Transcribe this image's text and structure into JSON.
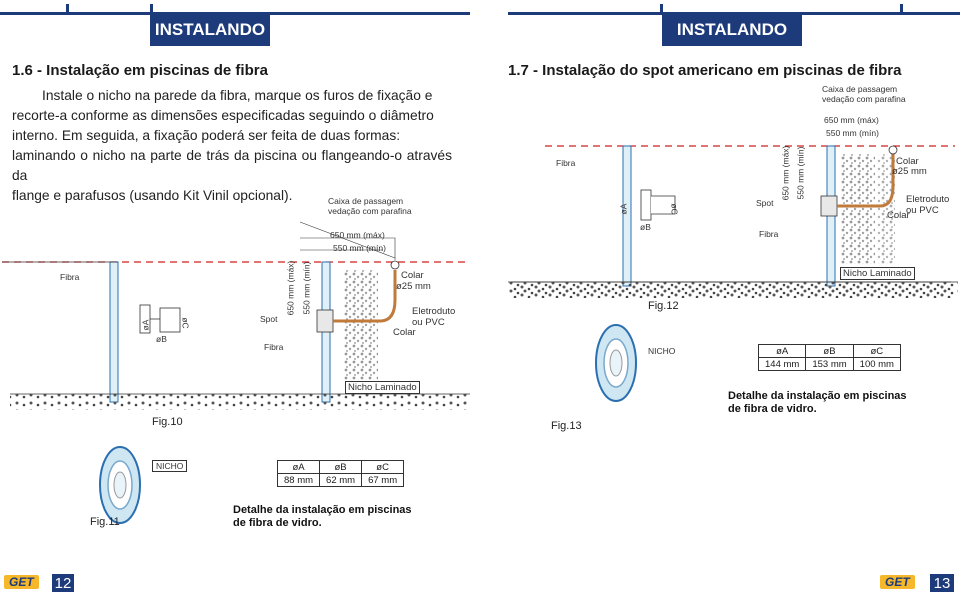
{
  "left_page": {
    "header": "INSTALANDO",
    "section_title": "1.6 - Instalação em piscinas de fibra",
    "paragraph": {
      "line1": "Instale o nicho na parede da fibra, marque os furos de fixação e",
      "line2": "recorte-a conforme as dimensões especificadas seguindo o diâmetro",
      "line3": "interno. Em seguida, a fixação poderá ser feita de duas formas:",
      "line4": "laminando o nicho na parte de trás da piscina ou flangeando-o através da",
      "line5": "flange e parafusos (usando Kit Vinil opcional)."
    },
    "dot": ".",
    "fig10": {
      "caption": "Fig.10",
      "fibra_left": "Fibra",
      "oA": "øA",
      "oB": "øB",
      "oC": "øC",
      "spot": "Spot",
      "fibra_right": "Fibra",
      "caixa_line1": "Caixa de passagem",
      "caixa_line2": "vedação com parafina",
      "max": "650 mm (máx)",
      "min": "550 mm (mín)",
      "vert_max": "650 mm (máx)",
      "vert_min": "550 mm (mín)",
      "colar_top": "Colar",
      "colar_size": "ø25 mm",
      "eletroduto_line1": "Eletroduto",
      "eletroduto_line2": "ou PVC",
      "colar_bottom": "Colar",
      "nicho_laminado": "Nicho Laminado"
    },
    "fig11": {
      "caption": "Fig.11",
      "nicho": "NICHO",
      "table_headers": [
        "øA",
        "øB",
        "øC"
      ],
      "table_values": [
        "88 mm",
        "62 mm",
        "67 mm"
      ],
      "detail_line1": "Detalhe da instalação em piscinas",
      "detail_line2": "de fibra de vidro."
    },
    "page_number": "12",
    "logo_text": "GET"
  },
  "right_page": {
    "header": "INSTALANDO",
    "section_title": "1.7 - Instalação do spot americano em piscinas de fibra",
    "fig12": {
      "caption": "Fig.12",
      "fibra_left": "Fibra",
      "oA": "øA",
      "oB": "øB",
      "oC": "øC",
      "caixa_line1": "Caixa de passagem",
      "caixa_line2": "vedação com parafina",
      "max": "650 mm (máx)",
      "min": "550 mm (mín)",
      "vert_max": "650 mm (máx)",
      "vert_min": "550 mm (mín)",
      "spot": "Spot",
      "fibra_right": "Fibra",
      "colar_top": "Colar",
      "colar_size": "ø25 mm",
      "eletroduto_line1": "Eletroduto",
      "eletroduto_line2": "ou PVC",
      "colar_bottom": "Colar",
      "nicho_laminado": "Nicho Laminado"
    },
    "fig13": {
      "caption": "Fig.13",
      "nicho": "NICHO",
      "table_headers": [
        "øA",
        "øB",
        "øC"
      ],
      "table_values": [
        "144 mm",
        "153 mm",
        "100 mm"
      ],
      "detail_line1": "Detalhe da instalação em piscinas",
      "detail_line2": "de fibra de vidro."
    },
    "page_number": "13",
    "logo_text": "GET"
  }
}
